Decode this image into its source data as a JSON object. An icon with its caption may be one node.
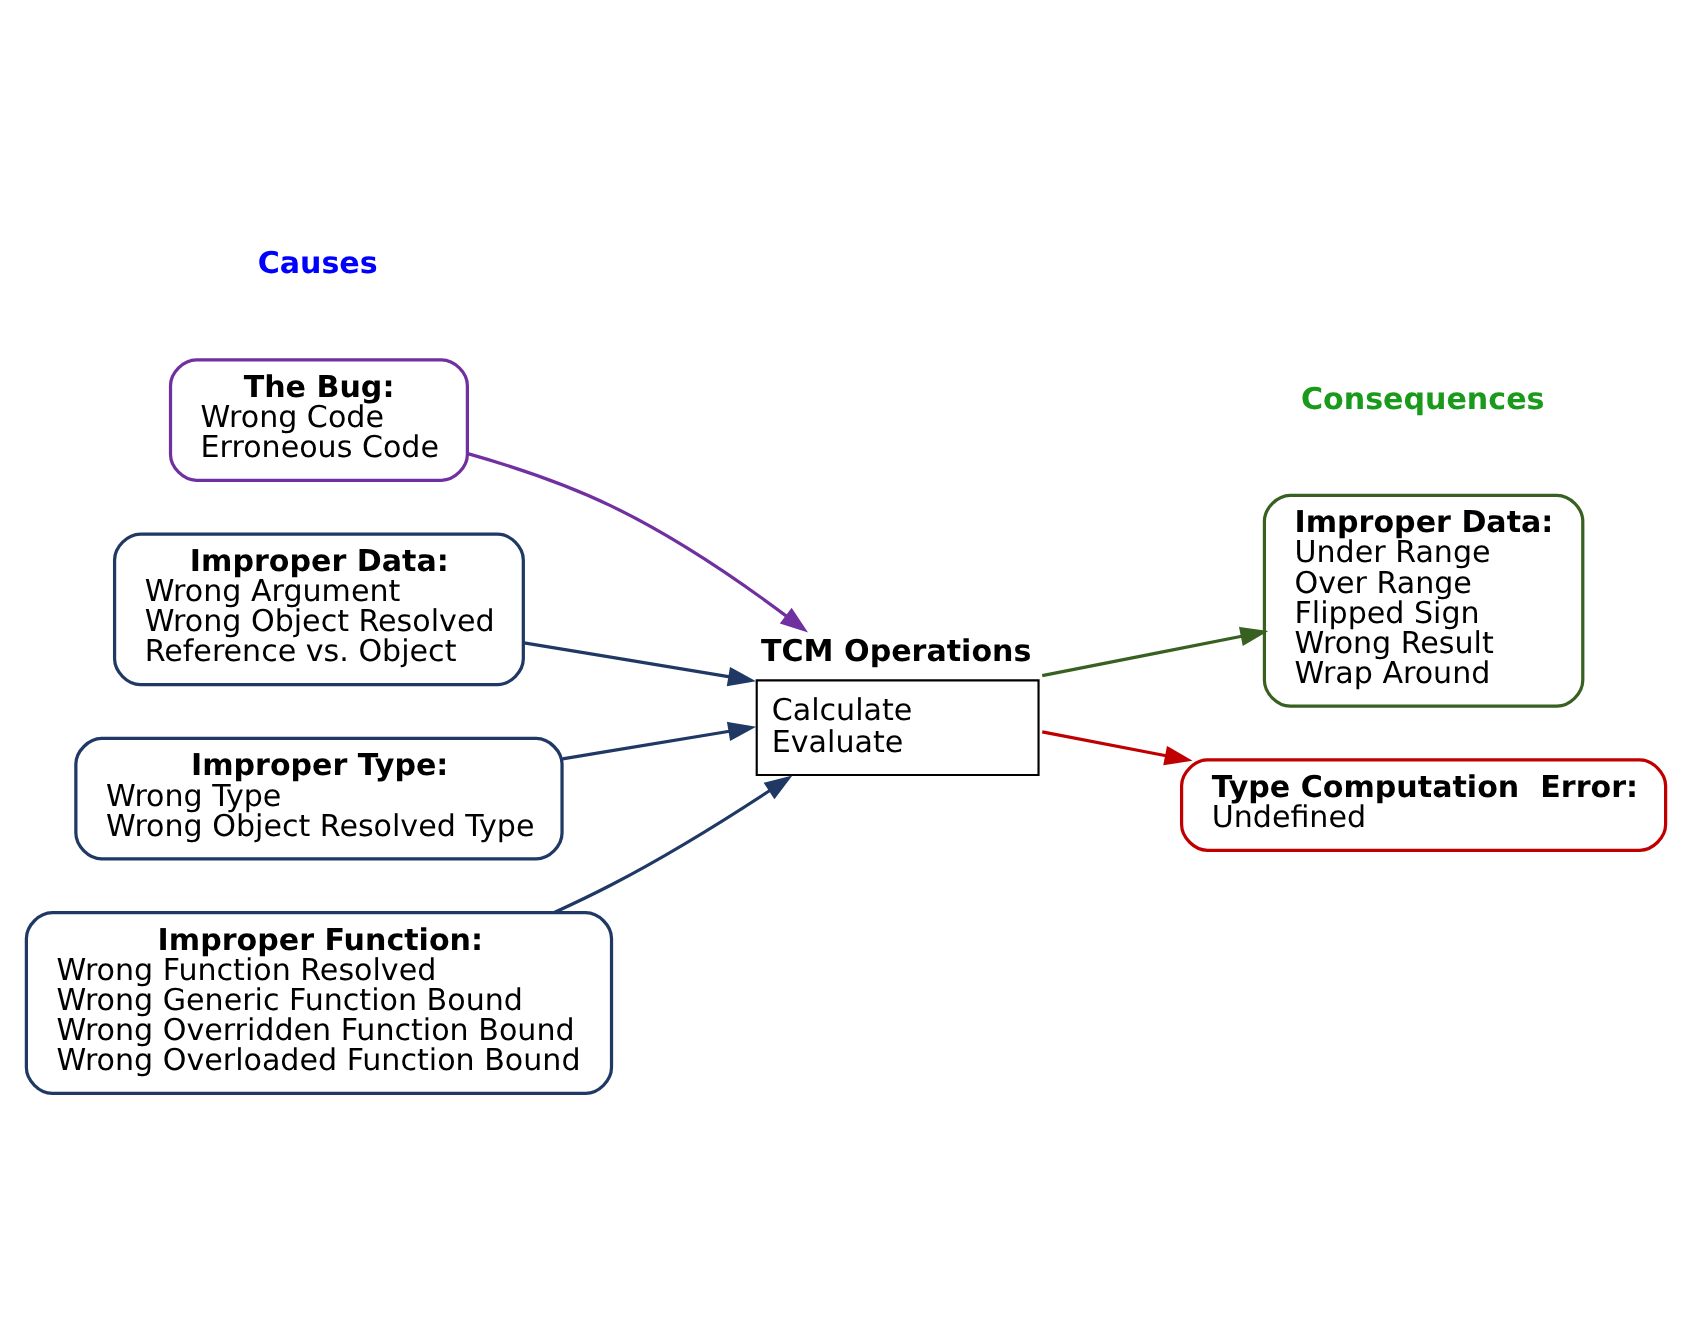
{
  "diagram": {
    "nodes": [
      {
        "text": [
          "The Bug:",
          "Wrong Code",
          "Erroneous Code"
        ]
      },
      {
        "text": [
          "Improper Data:",
          "Wrong Argument",
          "Wrong Object Resolved",
          "Reference vs. Object"
        ]
      },
      {
        "text": [
          "Improper Type:",
          "Wrong Type",
          "Wrong Object Resolved Type"
        ]
      },
      {
        "text": [
          "Improper Function:",
          "Wrong Function Resolved",
          "Wrong Generic Function Bound",
          "Wrong Overridden Function Bound",
          "Wrong Overloaded Function Bound"
        ]
      },
      {
        "text": [
          "TCM Operations",
          "Calculate",
          "Evaluate"
        ]
      },
      {
        "text": [
          "Improper Data:",
          "Under Range",
          "Over Range",
          "Flipped Sign",
          "Wrong Result",
          "Wrap Around"
        ]
      },
      {
        "text": [
          "Type Computation  Error:",
          "Undefined"
        ]
      }
    ],
    "edges": [
      {
        "from": 0,
        "to": 4,
        "arrow": "to",
        "color": "#7030a0"
      },
      {
        "from": 1,
        "to": 4,
        "arrow": "to"
      },
      {
        "from": 2,
        "to": 4,
        "arrow": "to"
      },
      {
        "from": 3,
        "to": 4,
        "arrow": "to"
      },
      {
        "from": 4,
        "to": 5,
        "arrow": "to",
        "color": "#376021"
      },
      {
        "from": 4,
        "to": 6,
        "arrow": "to",
        "color": "#c00000"
      }
    ],
    "labels": [
      "Causes",
      "Consequences"
    ]
  }
}
